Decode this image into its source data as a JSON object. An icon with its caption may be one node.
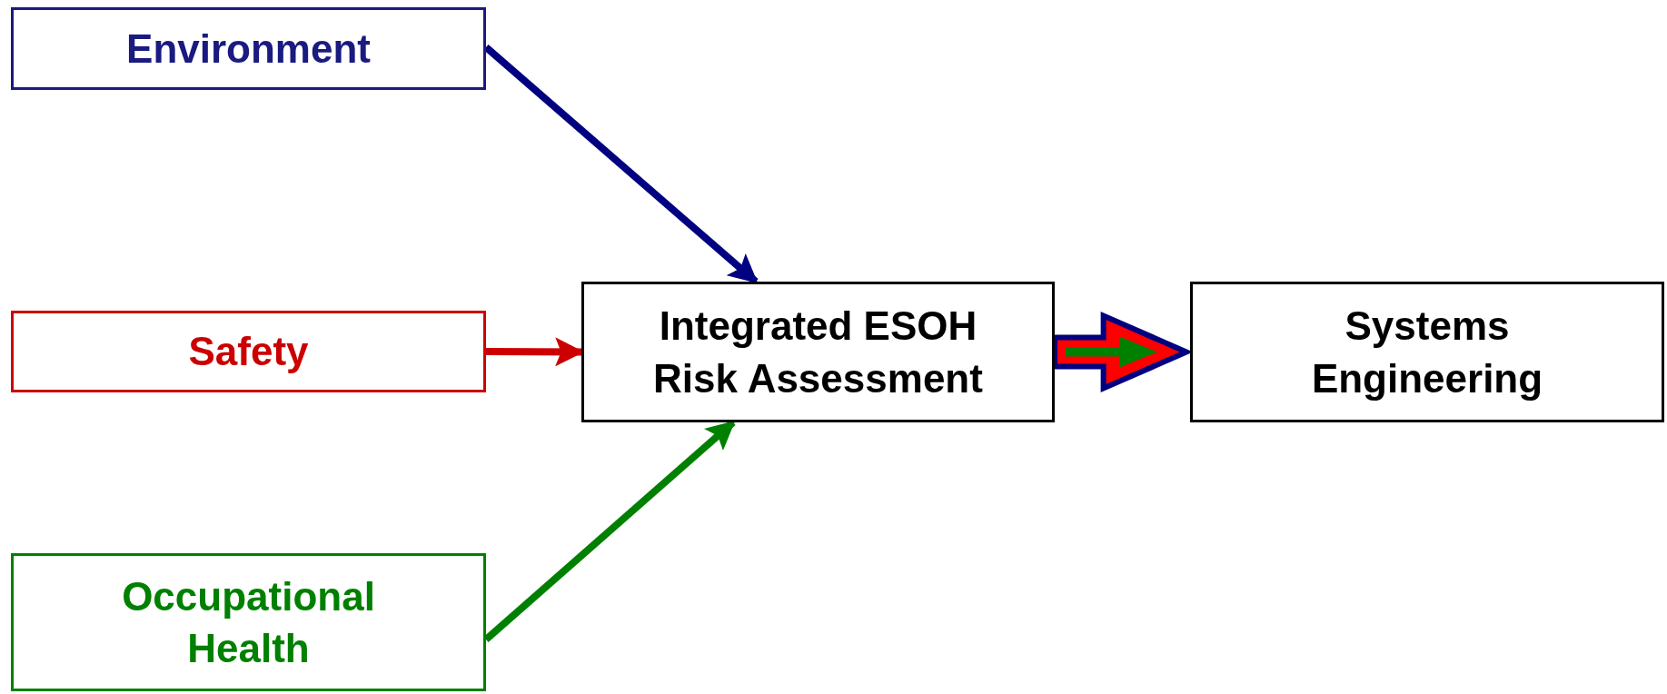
{
  "diagram": {
    "nodes": [
      {
        "text": [
          "Environment"
        ]
      },
      {
        "text": [
          "Safety"
        ]
      },
      {
        "text": [
          "Occupational Health"
        ]
      },
      {
        "text": [
          "Integrated ESOH Risk Assessment"
        ]
      },
      {
        "text": [
          "Systems Engineering"
        ]
      }
    ],
    "edges": [
      {
        "from": 0,
        "to": 3,
        "arrow": "to",
        "color": "#000080"
      },
      {
        "from": 1,
        "to": 3,
        "arrow": "to",
        "color": "#cc0000"
      },
      {
        "from": 2,
        "to": 3,
        "arrow": "to",
        "color": "#008000"
      },
      {
        "from": 3,
        "to": 4,
        "arrow": "to",
        "style": "thick",
        "color": "#000080"
      }
    ]
  }
}
